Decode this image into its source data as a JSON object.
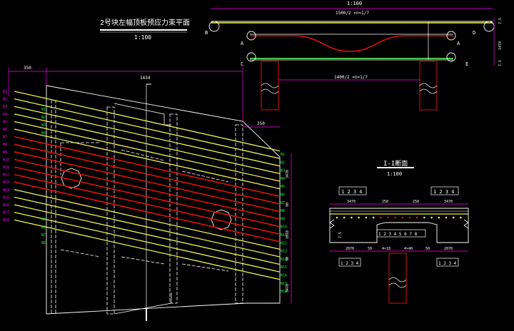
{
  "colors": {
    "background": "#000000",
    "yellow_tendon": "#f0f050",
    "red_tendon": "#e01010",
    "structure": "#ffffff",
    "dimension": "#ff00ff",
    "tendon_label": "#00ff40",
    "cyan_text": "#60ffff"
  },
  "plan": {
    "title": "2号块左幅顶板预应力束平面",
    "scale": "1:100",
    "dim_top_left": "350",
    "dim_top_center": "1434",
    "dim_right": "350",
    "left_labels": [
      "N1",
      "N2",
      "N3",
      "N4",
      "N5",
      "N6",
      "N7",
      "N8",
      "N9",
      "N10",
      "N11",
      "N12",
      "N13",
      "N14",
      "N15",
      "N16",
      "N17",
      "N18"
    ],
    "right_labels": [
      "N1",
      "N2",
      "N3",
      "N4",
      "N5",
      "N6",
      "N7",
      "N8",
      "N9",
      "N10",
      "N11",
      "N12",
      "N13",
      "N14",
      "N15",
      "N16",
      "N17",
      "N18"
    ],
    "inner_labels": [
      "N1",
      "N2",
      "N3",
      "N4",
      "N5",
      "N6",
      "N7",
      "N8"
    ],
    "right_dims": [
      "3470",
      "1010",
      "90",
      "90",
      "3470"
    ]
  },
  "elevation": {
    "scale_top": "1:100",
    "top_dim": "1500/2 ×n=1/7",
    "bottom_dim": "1400/2 ×n=1/7",
    "left_points": [
      "B",
      "A",
      "C"
    ],
    "right_points": [
      "D",
      "A",
      "E"
    ],
    "right_dims": [
      "7.5",
      "1474",
      "7.5"
    ]
  },
  "section": {
    "title": "I-I断面",
    "scale": "1:100",
    "top_boxes_left": "1 2 3 4",
    "top_boxes_right": "1 2 3 4",
    "top_dims": [
      "3470",
      "250",
      "250",
      "3470"
    ],
    "mid_boxes": "1 2 3 4 5 6 7 8",
    "bottom_dims": [
      "2070",
      "50",
      "4×18",
      "4×40",
      "50",
      "2070"
    ],
    "bottom_boxes_left": "1 2 3 4",
    "bottom_boxes_right": "1 2 3 4",
    "side_dim": "7.5"
  }
}
